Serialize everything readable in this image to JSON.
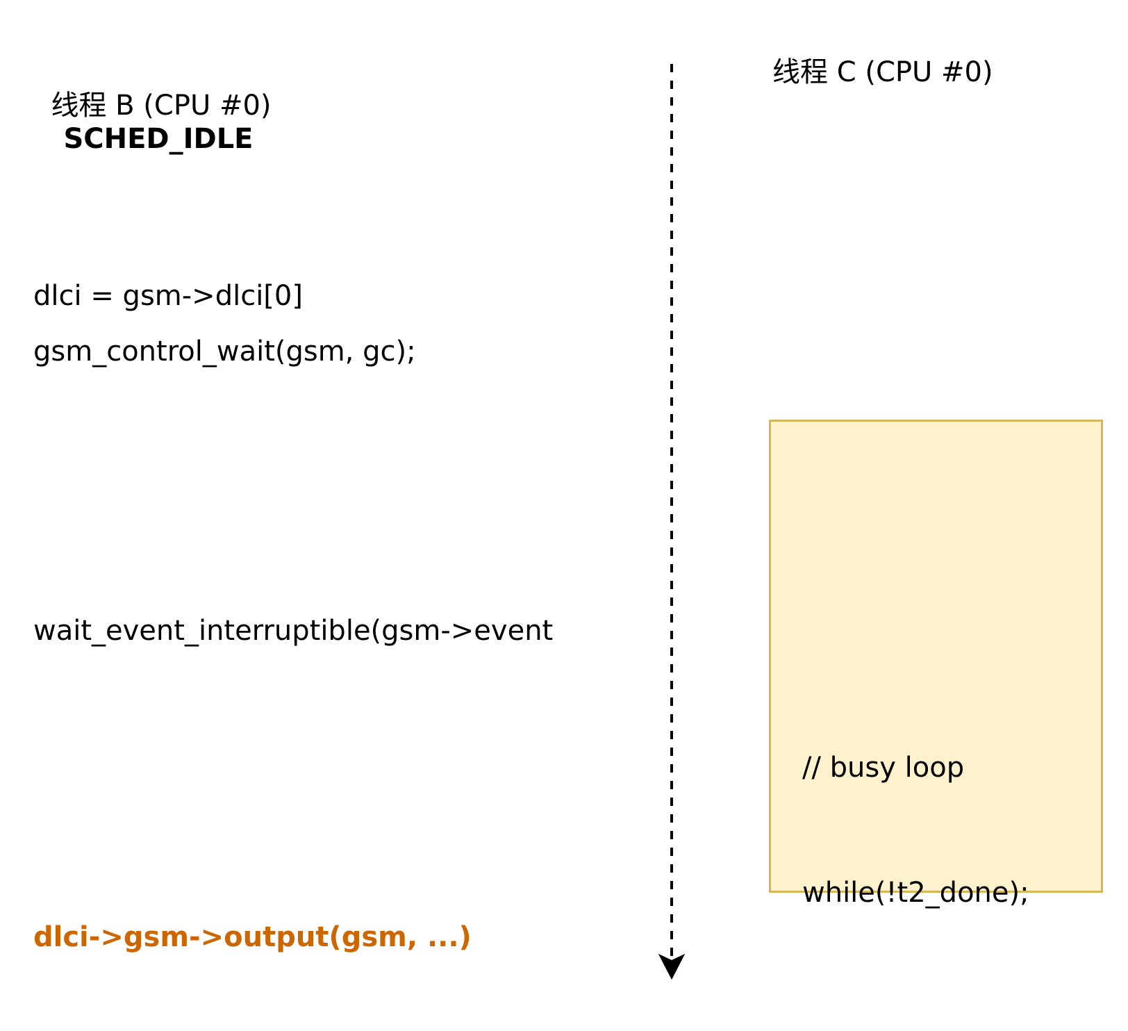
{
  "thread_b": {
    "title": "线程 B (CPU #0)",
    "policy": "SCHED_IDLE",
    "lines": [
      "dlci = gsm->dlci[0]",
      "gsm_control_wait(gsm, gc);",
      "wait_event_interruptible(gsm->event",
      "dlci->gsm->output(gsm, ...)"
    ]
  },
  "thread_c": {
    "title": "线程 C (CPU #0)",
    "busy_comment": "// busy loop",
    "busy_code": "while(!t2_done);"
  },
  "colors": {
    "highlight_text": "#cc6600",
    "busy_box_fill": "#fff2cc",
    "busy_box_border": "#d6b656",
    "timeline": "#000000"
  }
}
